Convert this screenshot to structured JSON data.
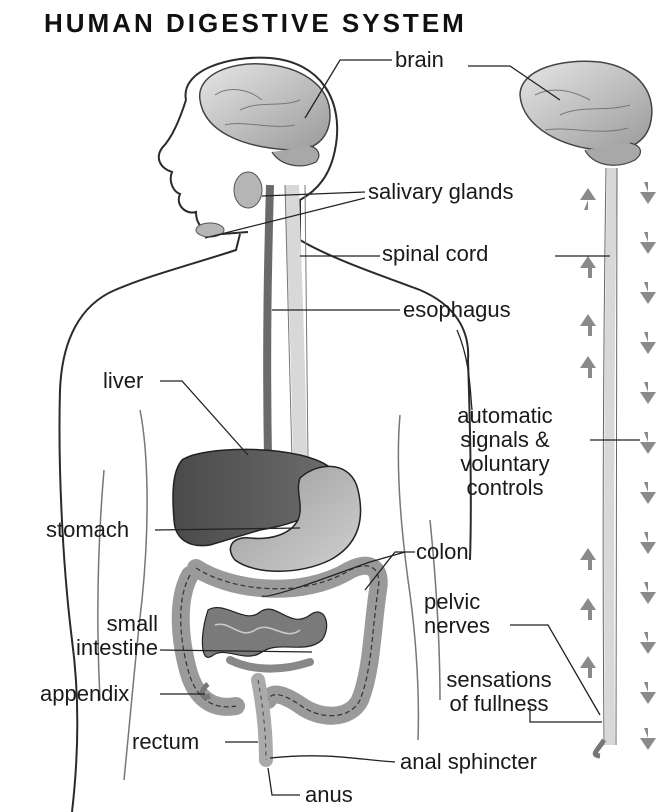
{
  "title": "HUMAN DIGESTIVE SYSTEM",
  "labels": {
    "brain": "brain",
    "salivary_glands": "salivary glands",
    "spinal_cord": "spinal cord",
    "esophagus": "esophagus",
    "liver": "liver",
    "automatic_1": "automatic",
    "automatic_2": "signals &",
    "automatic_3": "voluntary",
    "automatic_4": "controls",
    "stomach": "stomach",
    "colon": "colon",
    "small_1": "small",
    "small_2": "intestine",
    "pelvic_1": "pelvic",
    "pelvic_2": "nerves",
    "appendix": "appendix",
    "sensations_1": "sensations",
    "sensations_2": "of fullness",
    "rectum": "rectum",
    "anal_sphincter": "anal sphincter",
    "anus": "anus"
  },
  "colors": {
    "outline": "#2b2b2b",
    "organ_dark": "#5a5a5a",
    "organ_mid": "#8c8c8c",
    "organ_light": "#c4c4c4",
    "arrow": "#8a8a8a"
  }
}
